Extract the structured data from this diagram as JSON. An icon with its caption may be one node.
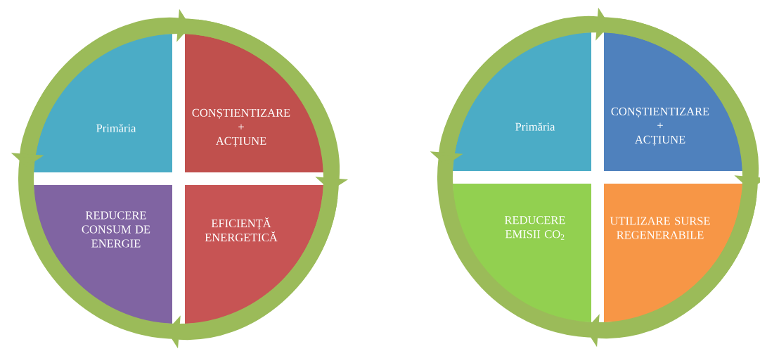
{
  "diagram": {
    "nodes": [
      {
        "text": [
          "Primăria"
        ]
      },
      {
        "text": [
          "CONȘTIENTIZARE + ACȚIUNE"
        ]
      },
      {
        "text": [
          "EFICIENȚĂ ENERGETICĂ"
        ]
      },
      {
        "text": [
          "REDUCERE CONSUM DE ENERGIE"
        ]
      },
      {
        "text": [
          "Primăria"
        ]
      },
      {
        "text": [
          "CONȘTIENTIZARE + ACȚIUNE"
        ]
      },
      {
        "text": [
          "UTILIZARE SURSE REGENERABILE"
        ]
      },
      {
        "text": [
          "REDUCERE EMISII CO$_{2}$"
        ]
      }
    ],
    "edges": [
      {
        "from": 0,
        "to": 1,
        "arrow": "to"
      },
      {
        "from": 1,
        "to": 2,
        "arrow": "to"
      },
      {
        "from": 2,
        "to": 3,
        "arrow": "to"
      },
      {
        "from": 3,
        "to": 0,
        "arrow": "to"
      },
      {
        "from": 4,
        "to": 5,
        "arrow": "to"
      },
      {
        "from": 5,
        "to": 6,
        "arrow": "to"
      },
      {
        "from": 6,
        "to": 7,
        "arrow": "to"
      },
      {
        "from": 7,
        "to": 4,
        "arrow": "to"
      }
    ]
  }
}
